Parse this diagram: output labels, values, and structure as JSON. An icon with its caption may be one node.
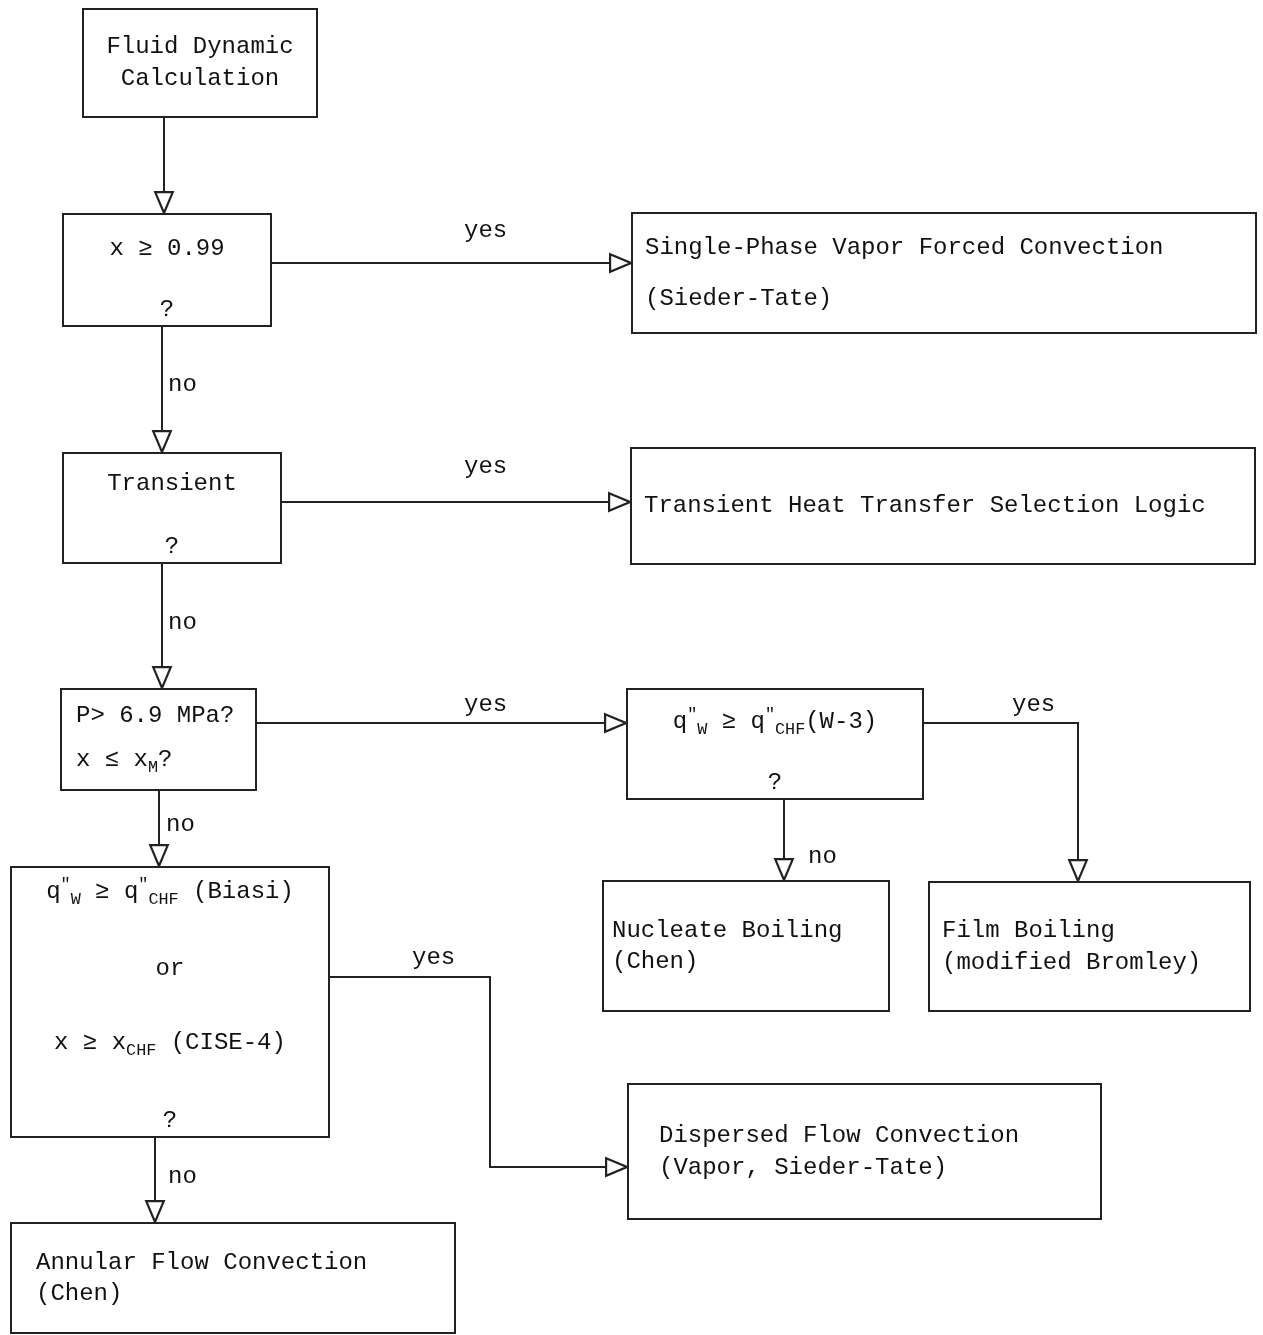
{
  "diagram": {
    "nodes": [
      {
        "text": [
          "Fluid Dynamic Calculation"
        ]
      },
      {
        "text": [
          "x ≥ 0.99",
          "?"
        ]
      },
      {
        "text": [
          "Single-Phase Vapor Forced Convection",
          "(Sieder-Tate)"
        ]
      },
      {
        "text": [
          "Transient",
          "?"
        ]
      },
      {
        "text": [
          "Transient Heat Transfer Selection Logic"
        ]
      },
      {
        "text": [
          "P> 6.9 MPa?",
          "x ≤ x$_{M}$?"
        ]
      },
      {
        "text": [
          "q$^{″}$$_{W}$ ≥ q$^{″}$$_{CHF}$(W-3)",
          "?"
        ]
      },
      {
        "text": [
          "Nucleate Boiling",
          "(Chen)"
        ]
      },
      {
        "text": [
          "Film Boiling",
          "(modified Bromley)"
        ]
      },
      {
        "text": [
          "q$^{″}$$_{W}$ ≥ q$^{″}$$_{CHF}$ (Biasi)",
          "or",
          "x ≥ x$_{CHF}$ (CISE-4)",
          "?"
        ]
      },
      {
        "text": [
          "Dispersed Flow Convection",
          "(Vapor, Sieder-Tate)"
        ]
      },
      {
        "text": [
          "Annular Flow Convection",
          "(Chen)"
        ]
      }
    ],
    "edges": [
      {
        "from": 0,
        "to": 1,
        "arrow": "to"
      },
      {
        "from": 1,
        "to": 2,
        "arrow": "to",
        "label": "yes"
      },
      {
        "from": 1,
        "to": 3,
        "arrow": "to",
        "label": "no"
      },
      {
        "from": 3,
        "to": 4,
        "arrow": "to",
        "label": "yes"
      },
      {
        "from": 3,
        "to": 5,
        "arrow": "to",
        "label": "no"
      },
      {
        "from": 5,
        "to": 6,
        "arrow": "to",
        "label": "yes"
      },
      {
        "from": 5,
        "to": 9,
        "arrow": "to",
        "label": "no"
      },
      {
        "from": 6,
        "to": 7,
        "arrow": "to",
        "label": "no"
      },
      {
        "from": 6,
        "to": 8,
        "arrow": "to",
        "label": "yes"
      },
      {
        "from": 9,
        "to": 10,
        "arrow": "to",
        "label": "yes"
      },
      {
        "from": 9,
        "to": 11,
        "arrow": "to",
        "label": "no"
      }
    ]
  }
}
